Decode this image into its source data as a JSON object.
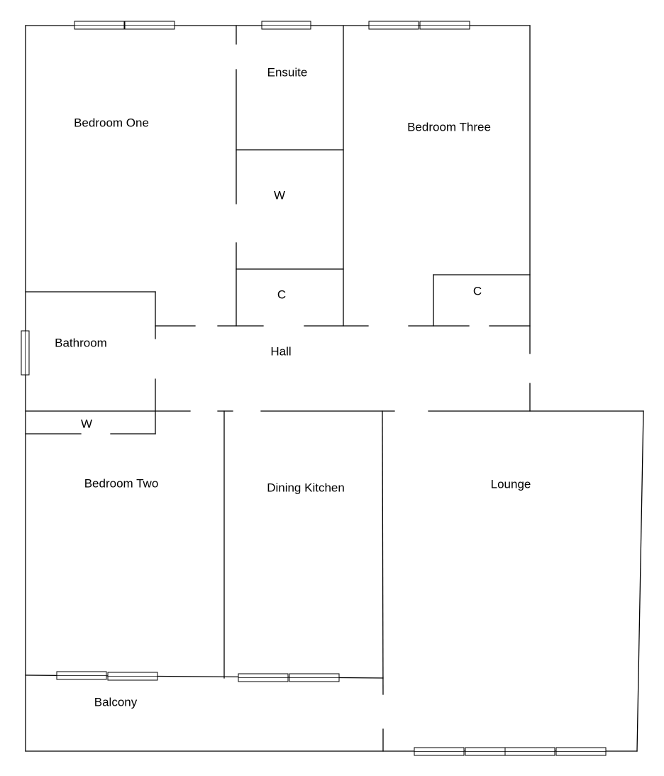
{
  "rooms": {
    "bedroom_one": "Bedroom One",
    "ensuite": "Ensuite",
    "bedroom_three": "Bedroom Three",
    "wardrobe_upper": "W",
    "cupboard_hall": "C",
    "cupboard_bedroom_three": "C",
    "bathroom": "Bathroom",
    "hall": "Hall",
    "wardrobe_lower": "W",
    "bedroom_two": "Bedroom Two",
    "dining_kitchen": "Dining Kitchen",
    "lounge": "Lounge",
    "balcony": "Balcony"
  }
}
